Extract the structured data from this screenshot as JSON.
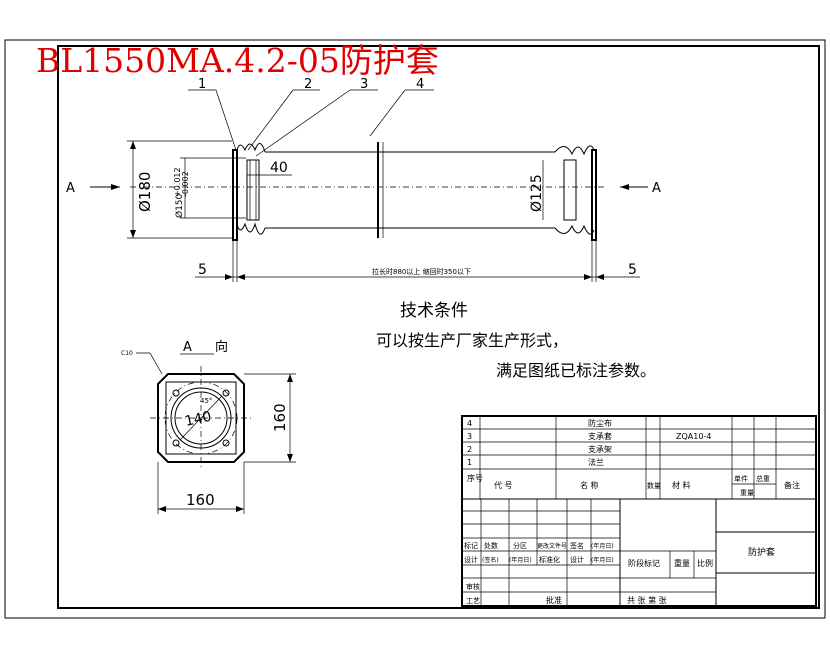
{
  "title": "BL1550MA.4.2-05防护套",
  "colors": {
    "title": "#e00000",
    "line": "#000000",
    "background": "#ffffff"
  },
  "callouts": [
    "1",
    "2",
    "3",
    "4"
  ],
  "view_labels": {
    "left": "A",
    "right": "A"
  },
  "dims": {
    "d180": "Ø180",
    "d150": "Ø150",
    "tol_upper": "+0.012",
    "tol_lower": "-0.002",
    "d125": "Ø125",
    "width40": "40",
    "gap_left": "5",
    "gap_right": "5",
    "length_note": "拉长时880以上   缩回时350以下"
  },
  "tech": {
    "heading": "技术条件",
    "line1": "可以按生产厂家生产形式，",
    "line2": "满足图纸已标注参数。"
  },
  "view_a": {
    "label": "A",
    "label_suffix": "向",
    "corner": "C10",
    "dim_140": "140",
    "dim_160_v": "160",
    "dim_160_h": "160",
    "angle": "45°"
  },
  "parts_table": {
    "rows": [
      {
        "no": "4",
        "name": "防尘布",
        "code": ""
      },
      {
        "no": "3",
        "name": "支承套",
        "code": "ZQA10-4"
      },
      {
        "no": "2",
        "name": "支承架",
        "code": ""
      },
      {
        "no": "1",
        "name": "法兰",
        "code": ""
      }
    ],
    "header": {
      "no": "序号",
      "code": "代    号",
      "name": "名    称",
      "qty": "数量",
      "material": "材    料",
      "unit": "单件",
      "total": "总重",
      "weight": "重量",
      "note": "备注"
    }
  },
  "title_block": {
    "row1": [
      "标记",
      "处数",
      "分区",
      "更改文件号",
      "签名",
      "(年月日)"
    ],
    "row2": [
      "设计",
      "(签名)",
      "(年月日)",
      "标准化",
      "设计",
      "(年月日)"
    ],
    "stage": "阶段标记",
    "weight": "重量",
    "scale": "比例",
    "name": "防护套",
    "review": "审核",
    "process": "工艺",
    "approve": "批准",
    "sheets": "共    张  第    张"
  }
}
